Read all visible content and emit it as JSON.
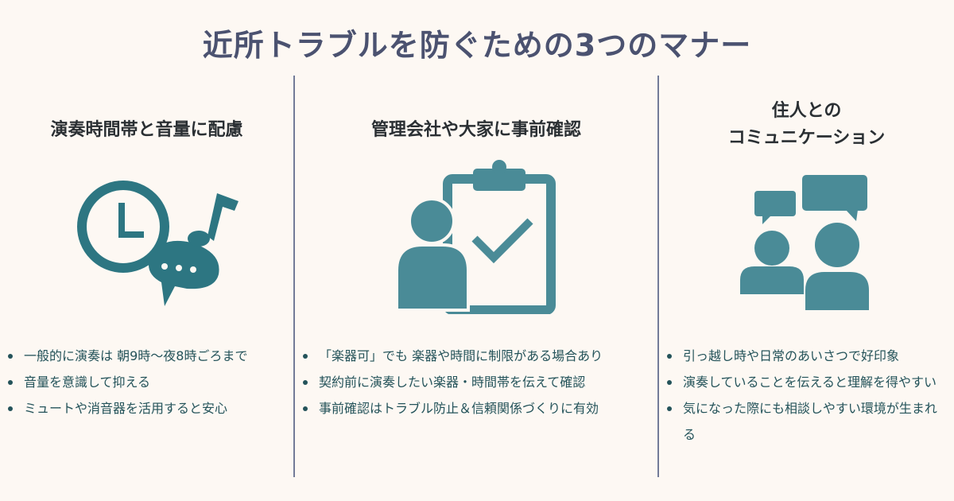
{
  "title": "近所トラブルを防ぐための3つのマナー",
  "colors": {
    "background": "#fdf8f3",
    "title": "#4b5270",
    "icon": "#4a8b97",
    "icon_dark": "#2d7682",
    "text": "#24535a"
  },
  "columns": [
    {
      "heading": "演奏時間帯と音量に配慮",
      "icon": "clock-music-icon",
      "bullets": [
        "一般的に演奏は 朝9時〜夜8時ごろまで",
        "音量を意識して抑える",
        "ミュートや消音器を活用すると安心"
      ]
    },
    {
      "heading": "管理会社や大家に事前確認",
      "icon": "person-clipboard-check-icon",
      "bullets": [
        "「楽器可」でも 楽器や時間に制限がある場合あり",
        "契約前に演奏したい楽器・時間帯を伝えて確認",
        "事前確認はトラブル防止＆信頼関係づくりに有効"
      ]
    },
    {
      "heading_line1": "住人との",
      "heading_line2": "コミュニケーション",
      "icon": "people-chat-icon",
      "bullets": [
        "引っ越し時や日常のあいさつで好印象",
        "演奏していることを伝えると理解を得やすい",
        "気になった際にも相談しやすい環境が生まれる"
      ]
    }
  ]
}
